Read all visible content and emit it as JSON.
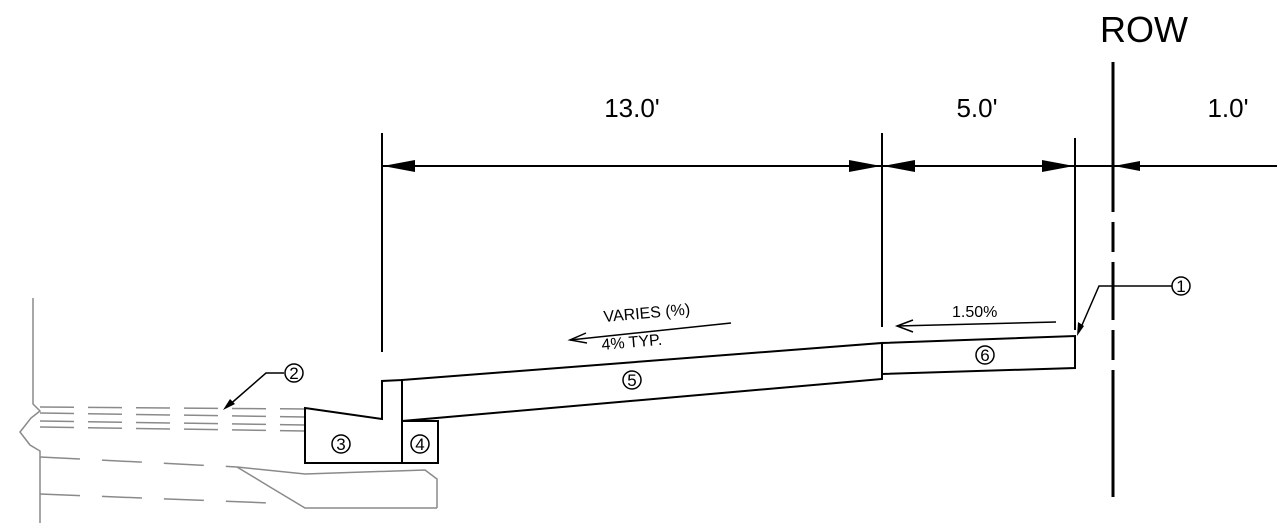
{
  "row_label": "ROW",
  "dimensions": [
    {
      "id": "dim-13",
      "label": "13.0'"
    },
    {
      "id": "dim-5",
      "label": "5.0'"
    },
    {
      "id": "dim-1",
      "label": "1.0'"
    }
  ],
  "slopes": {
    "varies": "VARIES (%)",
    "typical": "4% TYP.",
    "sidewalk": "1.50%"
  },
  "callouts": [
    "1",
    "2",
    "3",
    "4",
    "5",
    "6"
  ],
  "colors": {
    "line": "#000000",
    "existing": "#8a8a8a",
    "background": "#ffffff"
  }
}
